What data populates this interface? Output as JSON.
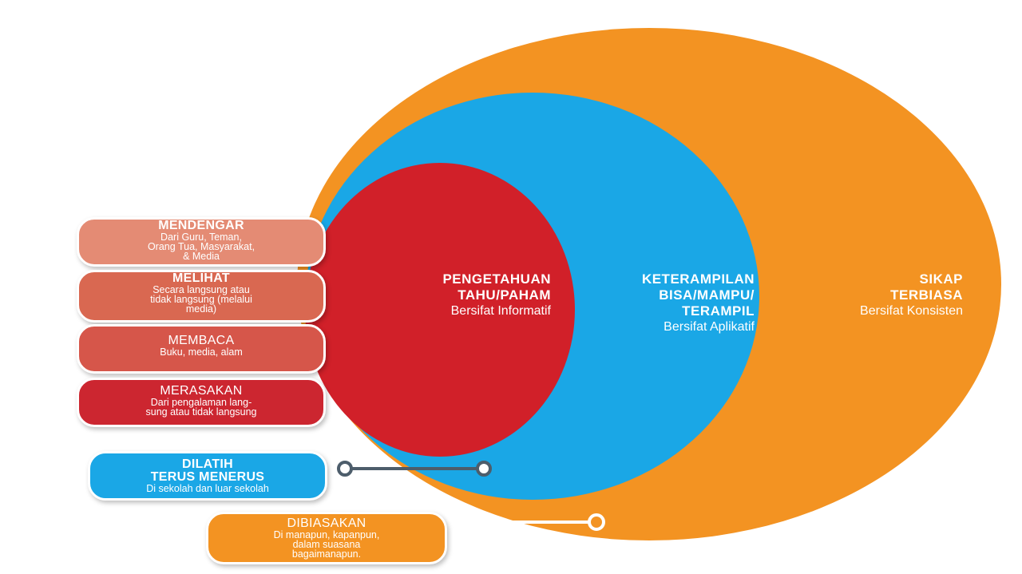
{
  "circles": {
    "knowledge": {
      "title": "PENGETAHUAN\nTAHU/PAHAM",
      "subtitle": "Bersifat Informatif",
      "color": "#d12029"
    },
    "skill": {
      "title": "KETERAMPILAN\nBISA/MAMPU/\nTERAMPIL",
      "subtitle": "Bersifat Aplikatif",
      "color": "#1aa7e6"
    },
    "attitude": {
      "title": "SIKAP\nTERBIASA",
      "subtitle": "Bersifat Konsisten",
      "color": "#f39322"
    }
  },
  "inputs": [
    {
      "title": "MENDENGAR",
      "desc": "Dari Guru, Teman,\nOrang Tua, Masyarakat,\n& Media",
      "color": "#e48b74"
    },
    {
      "title": "MELIHAT",
      "desc": "Secara langsung atau\ntidak langsung (melalui\nmedia)",
      "color": "#d96851"
    },
    {
      "title": "MEMBACA",
      "desc": "Buku, media, alam",
      "color": "#d6564a"
    },
    {
      "title": "MERASAKAN",
      "desc": "Dari pengalaman lang-\nsung atau tidak langsung",
      "color": "#cc2630"
    }
  ],
  "processes": [
    {
      "title": "DILATIH\nTERUS MENERUS",
      "desc": "Di sekolah dan luar sekolah",
      "color": "#1aa7e6"
    },
    {
      "title": "DIBIASAKAN",
      "desc": "Di manapun, kapanpun,\ndalam suasana\nbagaimanapun.",
      "color": "#f39322"
    }
  ]
}
